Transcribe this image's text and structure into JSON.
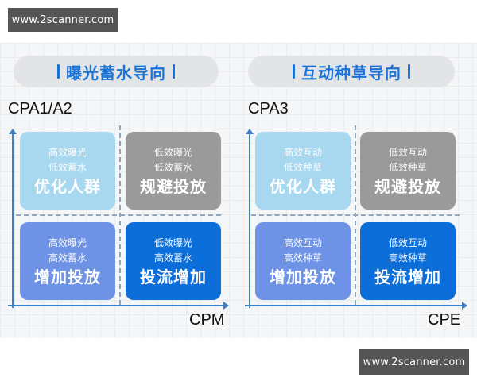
{
  "watermarks": {
    "top": "www.2scanner.com",
    "bottom": "www.2scanner.com"
  },
  "diagrams": [
    {
      "title": "曝光蓄水导向",
      "y_axis_label": "CPA1/A2",
      "x_axis_label": "CPM",
      "quadrants": {
        "top_left": {
          "line1": "高效曝光",
          "line2": "低效蓄水",
          "action": "优化人群",
          "color": "#a8d8ef"
        },
        "top_right": {
          "line1": "低效曝光",
          "line2": "低效蓄水",
          "action": "规避投放",
          "color": "#9a9a9a"
        },
        "bottom_left": {
          "line1": "高效曝光",
          "line2": "高效蓄水",
          "action": "增加投放",
          "color": "#6e93e6"
        },
        "bottom_right": {
          "line1": "低效曝光",
          "line2": "高效蓄水",
          "action": "投流增加",
          "color": "#0c6ed8"
        }
      }
    },
    {
      "title": "互动种草导向",
      "y_axis_label": "CPA3",
      "x_axis_label": "CPE",
      "quadrants": {
        "top_left": {
          "line1": "高效互动",
          "line2": "低效种草",
          "action": "优化人群",
          "color": "#a8d8ef"
        },
        "top_right": {
          "line1": "低效互动",
          "line2": "低效种草",
          "action": "规避投放",
          "color": "#9a9a9a"
        },
        "bottom_left": {
          "line1": "高效互动",
          "line2": "高效种草",
          "action": "增加投放",
          "color": "#6e93e6"
        },
        "bottom_right": {
          "line1": "低效互动",
          "line2": "高效种草",
          "action": "投流增加",
          "color": "#0c6ed8"
        }
      }
    }
  ],
  "colors": {
    "title_blue": "#1a73d6",
    "axis_blue": "#3f7fc4",
    "pill_bg": "#e3e4e6"
  }
}
